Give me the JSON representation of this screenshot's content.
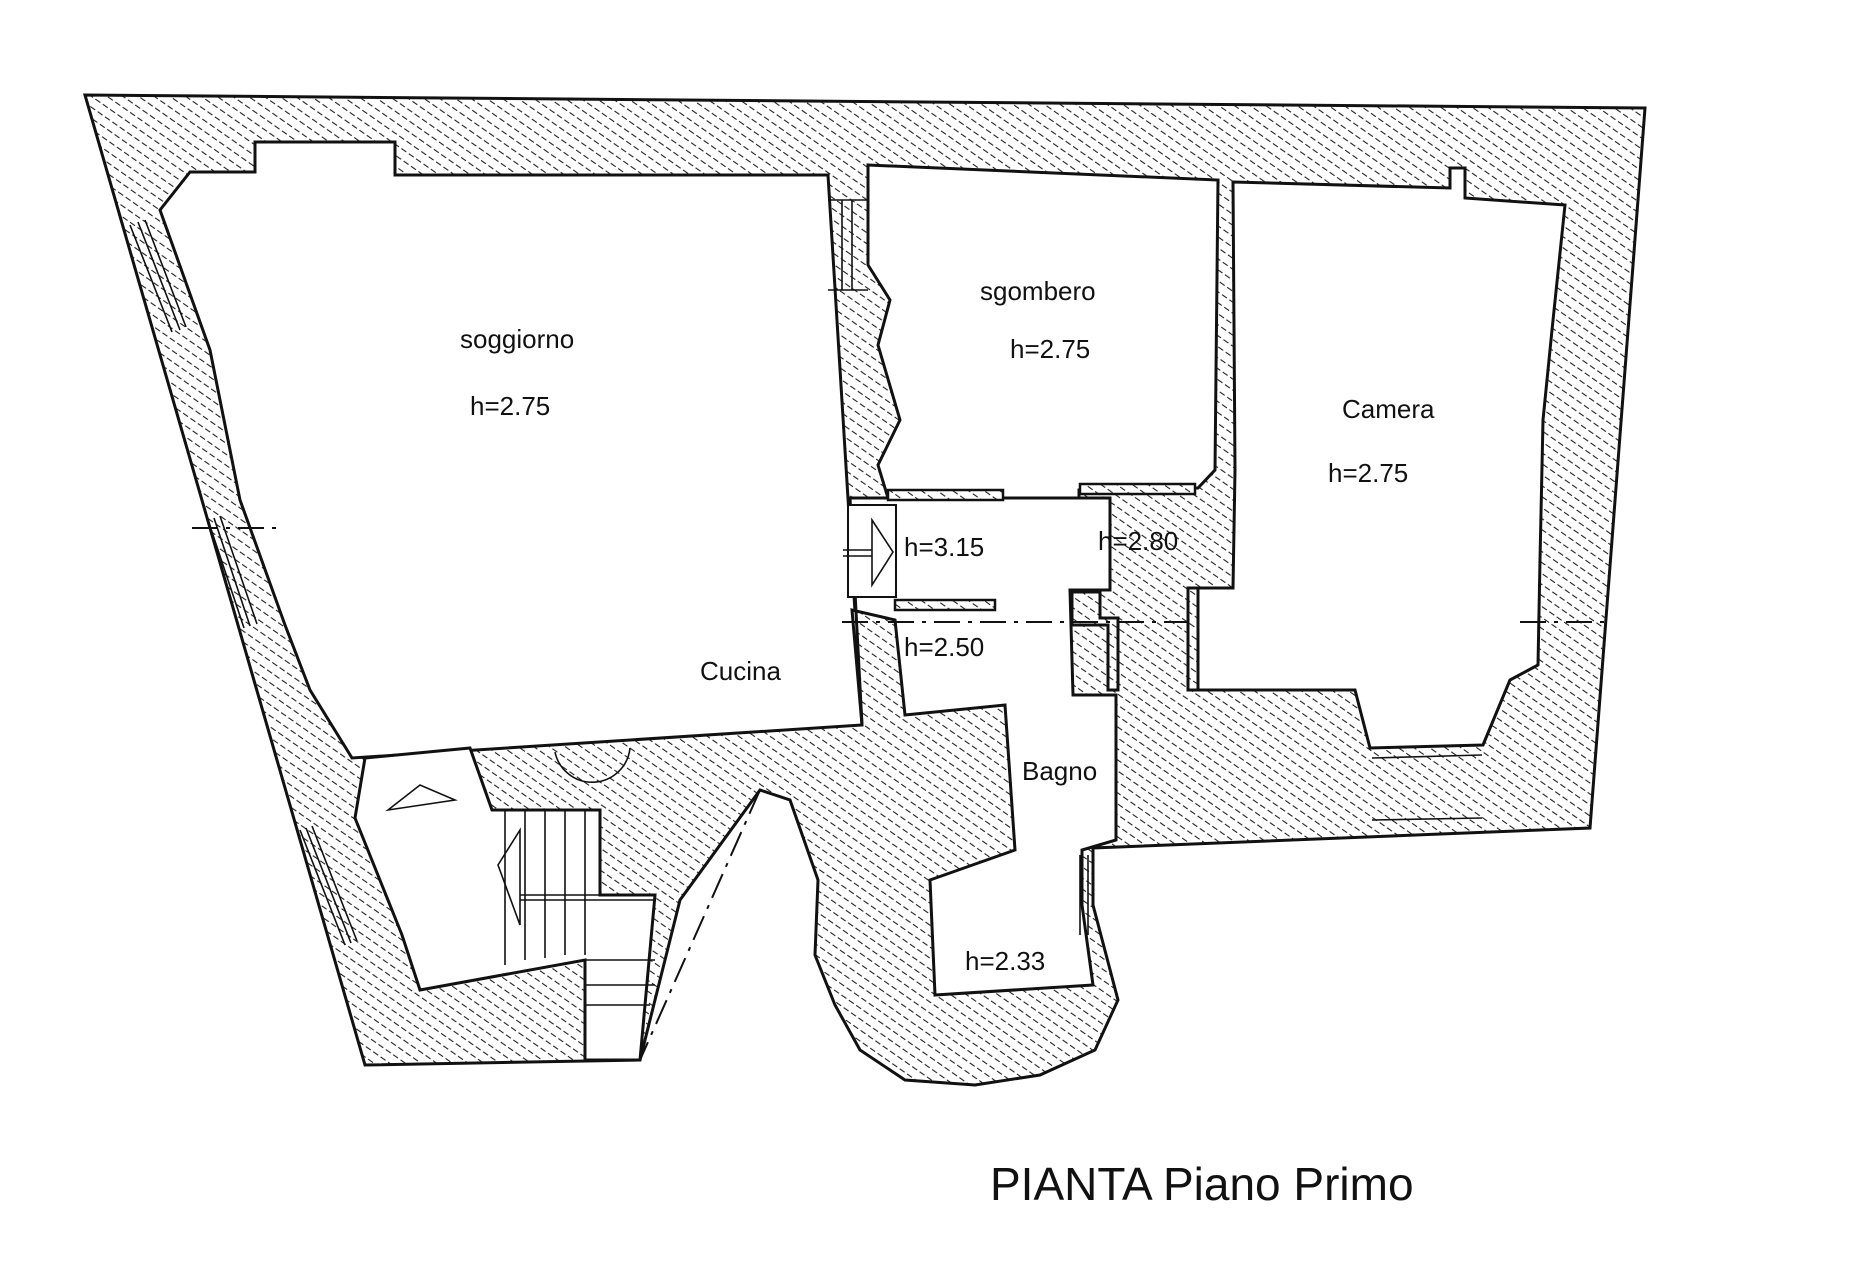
{
  "title": "PIANTA Piano Primo",
  "rooms": {
    "soggiorno": {
      "name": "soggiorno",
      "height": "h=2.75"
    },
    "sgombero": {
      "name": "sgombero",
      "height": "h=2.75"
    },
    "camera": {
      "name": "Camera",
      "height": "h=2.75"
    },
    "cucina": {
      "name": "Cucina"
    },
    "bagno": {
      "name": "Bagno"
    },
    "disimpegno": {
      "height": "h=2.80"
    },
    "passaggio": {
      "height": "h=3.15"
    },
    "ripostiglio": {
      "height": "h=2.50"
    },
    "antibagno": {
      "height": "h=2.33"
    }
  },
  "colors": {
    "ink": "#111111",
    "paper": "#ffffff"
  }
}
